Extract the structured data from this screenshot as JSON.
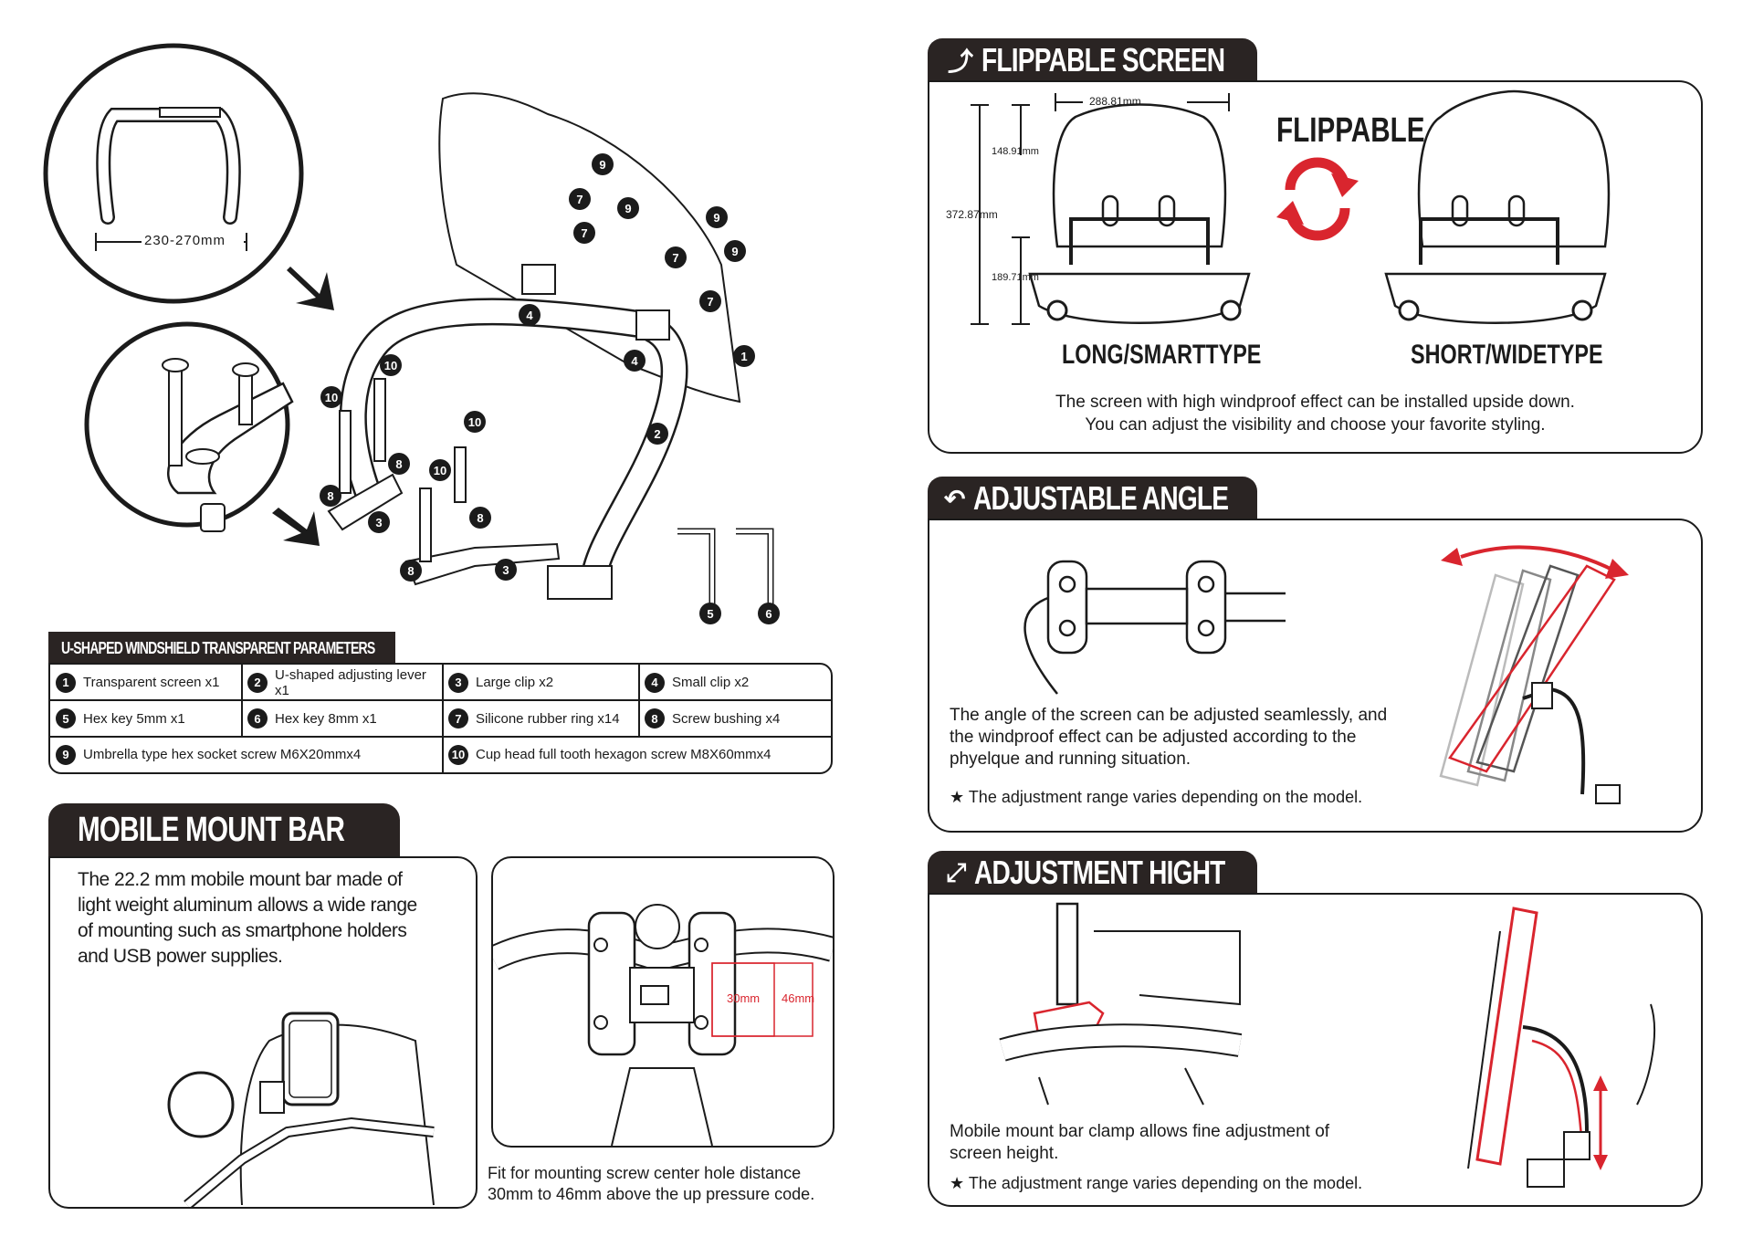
{
  "parts_diagram": {
    "bar_width": "230-270mm",
    "callouts": [
      "9",
      "7",
      "9",
      "7",
      "9",
      "9",
      "7",
      "7",
      "4",
      "4",
      "1",
      "2",
      "10",
      "10",
      "10",
      "10",
      "8",
      "8",
      "3",
      "8",
      "8",
      "3",
      "5",
      "6"
    ]
  },
  "params": {
    "title": "U-SHAPED WINDSHIELD TRANSPARENT PARAMETERS",
    "items": [
      {
        "n": "1",
        "label": "Transparent screen x1"
      },
      {
        "n": "2",
        "label": "U-shaped adjusting lever x1"
      },
      {
        "n": "3",
        "label": "Large clip  x2"
      },
      {
        "n": "4",
        "label": "Small clip  x2"
      },
      {
        "n": "5",
        "label": "Hex key 5mm x1"
      },
      {
        "n": "6",
        "label": "Hex key 8mm x1"
      },
      {
        "n": "7",
        "label": "Silicone rubber ring x14"
      },
      {
        "n": "8",
        "label": "Screw bushing x4"
      },
      {
        "n": "9",
        "label": "Umbrella type hex socket screw M6X20mmx4"
      },
      {
        "n": "10",
        "label": "Cup head full tooth hexagon screw M8X60mmx4"
      }
    ]
  },
  "mobile": {
    "title": "MOBILE MOUNT BAR",
    "text": "The 22.2 mm mobile mount bar made of light weight aluminum allows a wide range of mounting such as smartphone holders and USB power supplies.",
    "dim_a": "30mm",
    "dim_b": "46mm",
    "caption_1": "Fit for mounting screw center hole distance",
    "caption_2": "30mm to 46mm above the up pressure code."
  },
  "flip": {
    "title": "FLIPPABLE SCREEN",
    "width": "288.81mm",
    "top_h": "148.91mm",
    "total_h": "372.87mm",
    "bottom_h": "189.71mm",
    "flippable": "FLIPPABLE",
    "long_label": "LONG/SMARTTYPE",
    "short_label": "SHORT/WIDETYPE",
    "desc_1": "The screen with high windproof effect can be installed upside down.",
    "desc_2": "You can adjust the visibility and choose your favorite styling."
  },
  "angle": {
    "title": "ADJUSTABLE ANGLE",
    "desc": "The angle of the screen can be adjusted seamlessly, and the windproof effect can be adjusted according to the phyelque and running situation.",
    "note": "★ The adjustment range varies depending on the model."
  },
  "height": {
    "title": "ADJUSTMENT HIGHT",
    "desc": "Mobile mount bar clamp allows fine adjustment of screen height.",
    "note": "★ The adjustment range varies depending on the model."
  },
  "colors": {
    "dark": "#2a2423",
    "accent": "#d9252e"
  }
}
